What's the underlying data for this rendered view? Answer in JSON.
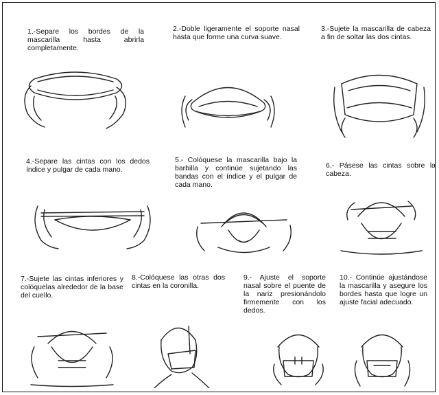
{
  "steps": [
    {
      "text": "1.-Separe los bordes de la mascarilla hasta abrirla completamente."
    },
    {
      "text": "2.-Doble ligeramente el soporte nasal hasta que forme una curva suave."
    },
    {
      "text": "3.-Sujete la mascarilla de cabeza a fin de soltar las dos cintas."
    },
    {
      "text": "4.-Separe las cintas con los dedos índice y pulgar de cada mano."
    },
    {
      "text": "5.- Colóquese la mascarilla bajo la barbilla y continúe sujetando las bandas con el índice y el pulgar de cada mano."
    },
    {
      "text": "6.- Pásese las cintas sobre la cabeza."
    },
    {
      "text": "7.-Sujete las cintas inferiores y colóquelas alrededor de la base del cuello."
    },
    {
      "text": "8.-Colóquese las otras dos cintas en la coronilla."
    },
    {
      "text": "9.- Ajuste el soporte nasal sobre el puente de la nariz presionándolo firmemente con los dedos."
    },
    {
      "text": "10.- Continúe ajustándose la mascarilla y asegure los bordes hasta que logre un ajuste facial adecuado."
    }
  ]
}
